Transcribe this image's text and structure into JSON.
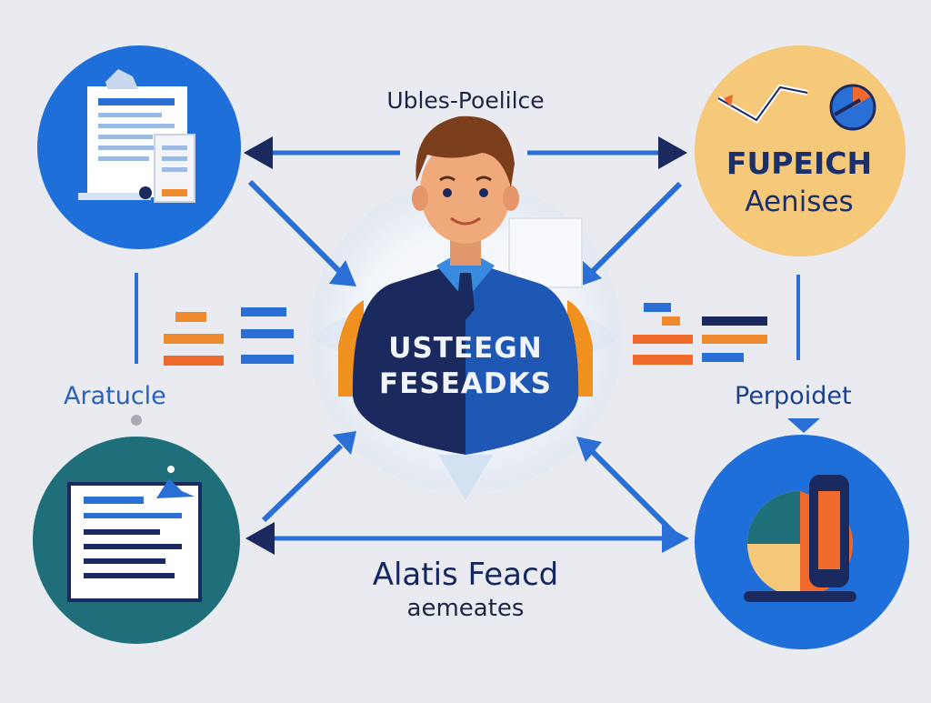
{
  "diagram": {
    "top_caption": "Ubles-Poelilce",
    "center": {
      "line1": "USTEEGN",
      "line2": "FESEADKS"
    },
    "top_right": {
      "line1": "FUPEICH",
      "line2": "Aenises"
    },
    "left_caption": "Aratucle",
    "right_caption": "Perpoidet",
    "bottom_title": "Alatis Feacd",
    "bottom_subtitle": "aemeates"
  },
  "colors": {
    "background": "#e9ebf0",
    "primary_blue": "#1e6fd9",
    "navy": "#1b2a5e",
    "teal": "#1f6f7a",
    "peach": "#f6c87a",
    "orange": "#f07a2a",
    "arrow_blue": "#2a6fd6"
  }
}
